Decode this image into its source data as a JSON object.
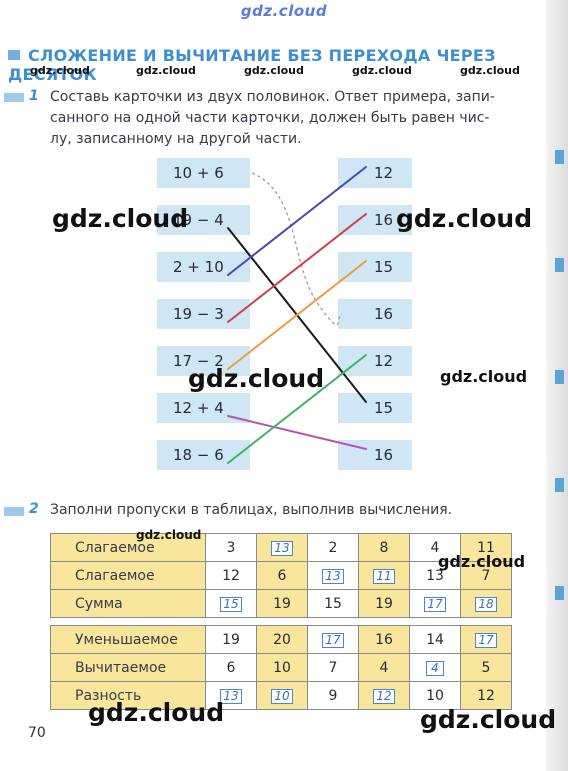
{
  "site_label": "gdz.cloud",
  "section_title": "СЛОЖЕНИЕ И ВЫЧИТАНИЕ БЕЗ ПЕРЕХОДА ЧЕРЕЗ ДЕСЯТОК",
  "task1": {
    "number": "1",
    "lines": [
      "Составь карточки из двух половинок. Ответ примера, запи-",
      "санного на одной части карточки, должен быть равен чис-",
      "лу, записанному на другой части."
    ],
    "left_cards": [
      "10 + 6",
      "19 − 4",
      "2 + 10",
      "19 − 3",
      "17 − 2",
      "12 + 4",
      "18 − 6"
    ],
    "right_cards": [
      "12",
      "16",
      "15",
      "16",
      "12",
      "15",
      "16"
    ],
    "connections": [
      {
        "from": 0,
        "to": 3,
        "color": "#9a9aa8",
        "style": "dashed"
      },
      {
        "from": 1,
        "to": 5,
        "color": "#1a1a1a",
        "style": "solid"
      },
      {
        "from": 2,
        "to": 0,
        "color": "#4646b4",
        "style": "solid"
      },
      {
        "from": 3,
        "to": 1,
        "color": "#d23c4a",
        "style": "solid"
      },
      {
        "from": 4,
        "to": 2,
        "color": "#f09a3a",
        "style": "solid"
      },
      {
        "from": 5,
        "to": 6,
        "color": "#b454b4",
        "style": "solid"
      },
      {
        "from": 6,
        "to": 4,
        "color": "#3cb464",
        "style": "solid"
      }
    ]
  },
  "task2": {
    "number": "2",
    "text": "Заполни пропуски в таблицах, выполнив вычисления."
  },
  "table_add": {
    "rows": [
      {
        "label": "Слагаемое",
        "cells": [
          {
            "v": "3",
            "boxed": false
          },
          {
            "v": "13",
            "boxed": true
          },
          {
            "v": "2",
            "boxed": false
          },
          {
            "v": "8",
            "boxed": false
          },
          {
            "v": "4",
            "boxed": false
          },
          {
            "v": "11",
            "boxed": false
          }
        ]
      },
      {
        "label": "Слагаемое",
        "cells": [
          {
            "v": "12",
            "boxed": false
          },
          {
            "v": "6",
            "boxed": false
          },
          {
            "v": "13",
            "boxed": true
          },
          {
            "v": "11",
            "boxed": true
          },
          {
            "v": "13",
            "boxed": false
          },
          {
            "v": "7",
            "boxed": false
          }
        ]
      },
      {
        "label": "Сумма",
        "cells": [
          {
            "v": "15",
            "boxed": true
          },
          {
            "v": "19",
            "boxed": false
          },
          {
            "v": "15",
            "boxed": false
          },
          {
            "v": "19",
            "boxed": false
          },
          {
            "v": "17",
            "boxed": true
          },
          {
            "v": "18",
            "boxed": true
          }
        ]
      }
    ]
  },
  "table_sub": {
    "rows": [
      {
        "label": "Уменьшаемое",
        "cells": [
          {
            "v": "19",
            "boxed": false
          },
          {
            "v": "20",
            "boxed": false
          },
          {
            "v": "17",
            "boxed": true
          },
          {
            "v": "16",
            "boxed": false
          },
          {
            "v": "14",
            "boxed": false
          },
          {
            "v": "17",
            "boxed": true
          }
        ]
      },
      {
        "label": "Вычитаемое",
        "cells": [
          {
            "v": "6",
            "boxed": false
          },
          {
            "v": "10",
            "boxed": false
          },
          {
            "v": "7",
            "boxed": false
          },
          {
            "v": "4",
            "boxed": false
          },
          {
            "v": "4",
            "boxed": true
          },
          {
            "v": "5",
            "boxed": false
          }
        ]
      },
      {
        "label": "Разность",
        "cells": [
          {
            "v": "13",
            "boxed": true
          },
          {
            "v": "10",
            "boxed": true
          },
          {
            "v": "9",
            "boxed": false
          },
          {
            "v": "12",
            "boxed": true
          },
          {
            "v": "10",
            "boxed": false
          },
          {
            "v": "12",
            "boxed": false
          }
        ]
      }
    ]
  },
  "page_number": "70",
  "colors": {
    "accent": "#3c8fd0",
    "card": "#cfe6f4",
    "highlight": "#f7e69b",
    "answer": "#3b6fc2"
  }
}
